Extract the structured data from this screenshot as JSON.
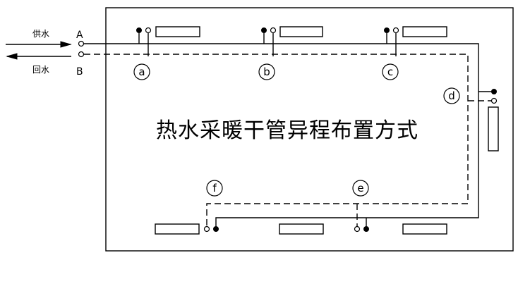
{
  "title": "热水采暖干管异程布置方式",
  "supply": {
    "label": "供水",
    "port": "A"
  },
  "return": {
    "label": "回水",
    "port": "B"
  },
  "risers": [
    "a",
    "b",
    "c",
    "d",
    "e",
    "f"
  ]
}
